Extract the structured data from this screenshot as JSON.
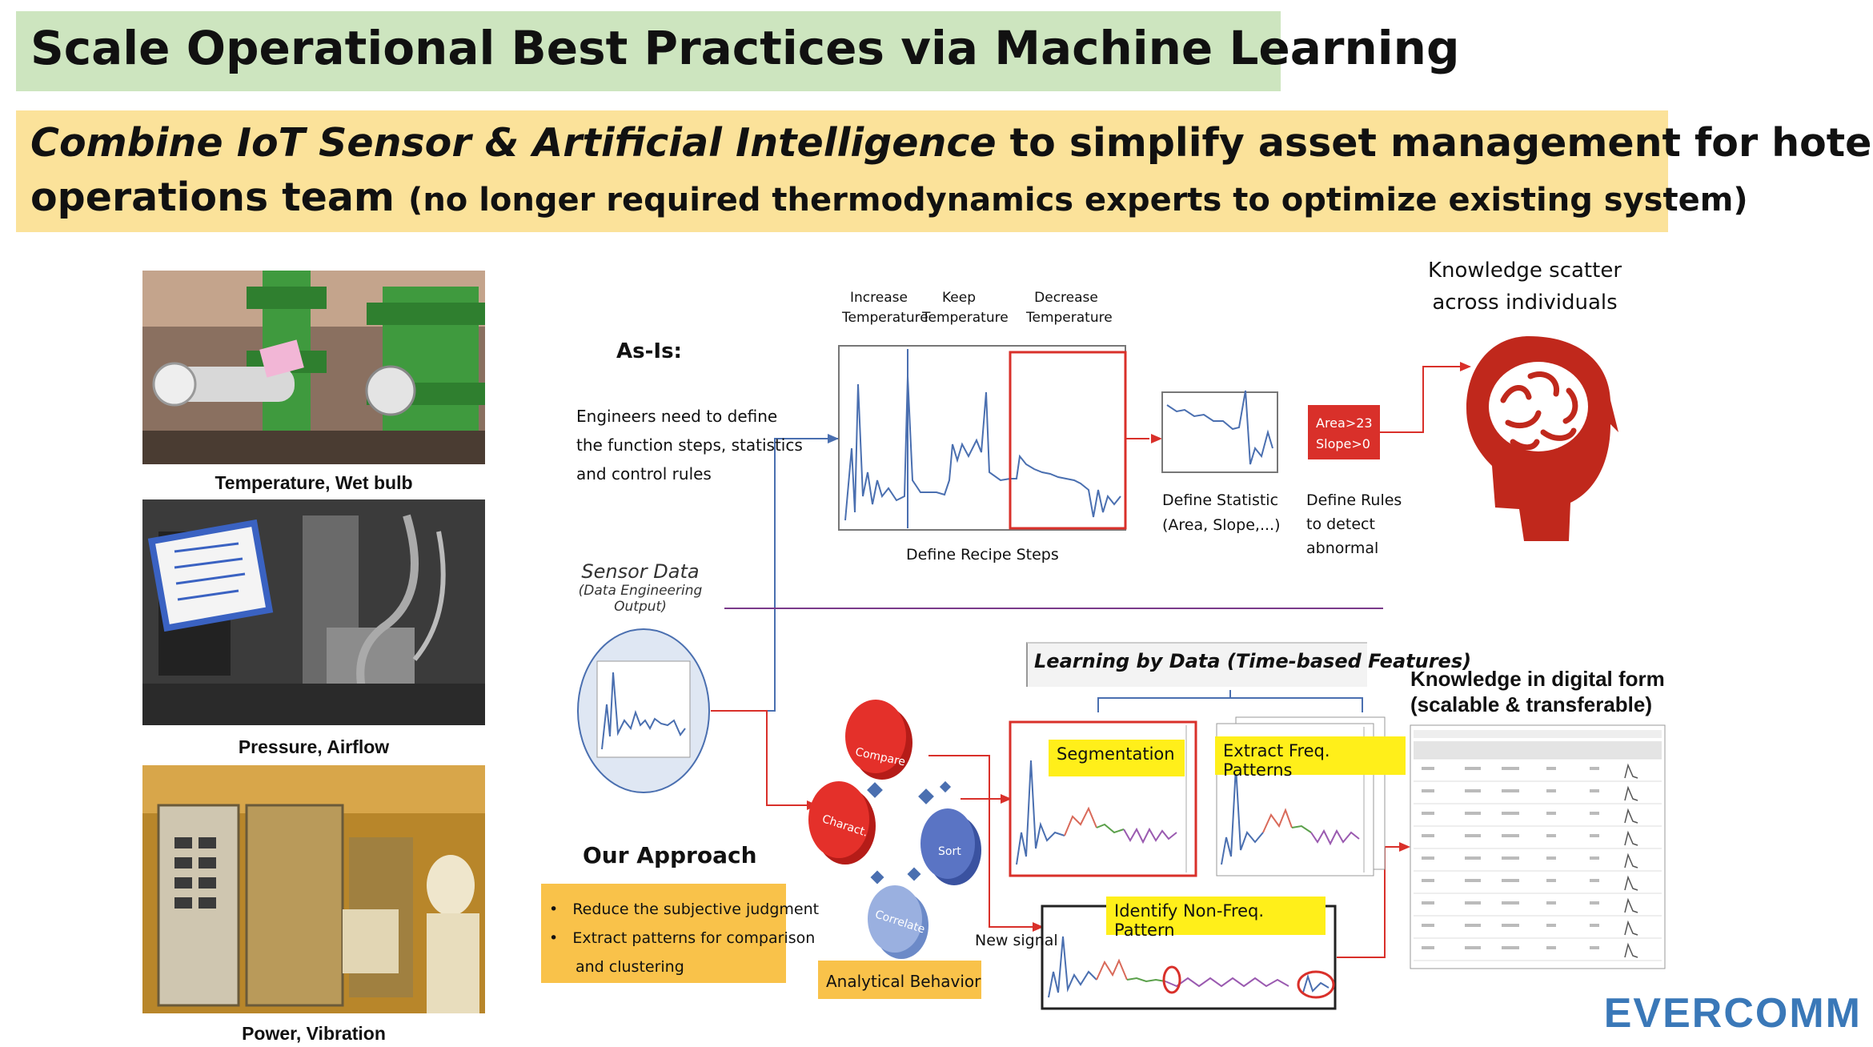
{
  "title": "Scale Operational Best Practices via Machine Learning",
  "subtitle": {
    "italic_part": "Combine IoT Sensor & Artificial Intelligence",
    "line1_rest": " to simplify asset management for hotel",
    "line2_main": "operations team ",
    "line2_small": "(no longer required thermodynamics experts to optimize existing system)"
  },
  "photos": [
    {
      "caption": "Temperature, Wet bulb"
    },
    {
      "caption": "Pressure, Airflow"
    },
    {
      "caption": "Power, Vibration"
    }
  ],
  "as_is": {
    "heading": "As-Is:",
    "desc_lines": [
      "Engineers need to define",
      "the function steps, statistics",
      "and control rules"
    ]
  },
  "recipe": {
    "labels": [
      {
        "l1": "Increase",
        "l2": "Temperature"
      },
      {
        "l1": "Keep",
        "l2": "Temperature"
      },
      {
        "l1": "Decrease",
        "l2": "Temperature"
      }
    ],
    "caption": "Define Recipe Steps"
  },
  "statistic": {
    "caption_l1": "Define Statistic",
    "caption_l2": "(Area, Slope,...)"
  },
  "rules": {
    "box_l1": "Area>23",
    "box_l2": "Slope>0",
    "caption_l1": "Define Rules",
    "caption_l2": "to detect",
    "caption_l3": "abnormal"
  },
  "knowledge_scatter": {
    "l1": "Knowledge scatter",
    "l2": "across individuals"
  },
  "sensor_data": {
    "l1": "Sensor Data",
    "l2": "(Data Engineering Output)"
  },
  "learning_by_data": "Learning by Data (Time-based Features)",
  "segmentation": "Segmentation",
  "extract_freq": "Extract Freq. Patterns",
  "identify_nonfreq": "Identify Non-Freq. Pattern",
  "new_signal": "New signal",
  "our_approach": {
    "heading": "Our Approach",
    "bullets": [
      "Reduce the subjective judgment",
      "Extract patterns for comparison",
      "and clustering"
    ]
  },
  "analytical_behavior": "Analytical Behavior",
  "behaviors": [
    "Compare",
    "Charact.",
    "Sort",
    "Correlate"
  ],
  "knowledge_digital": {
    "l1": "Knowledge in digital form",
    "l2": "(scalable & transferable)"
  },
  "logo": "EVERCOMM",
  "colors": {
    "title_bg": "#cde5bf",
    "subtitle_bg": "#fbe29a",
    "accent_red": "#d9302a",
    "signal_blue": "#4a6fb0",
    "highlight_yellow": "#ffef1a",
    "logo_blue": "#3a78b8",
    "brain_red": "#c0281c"
  }
}
